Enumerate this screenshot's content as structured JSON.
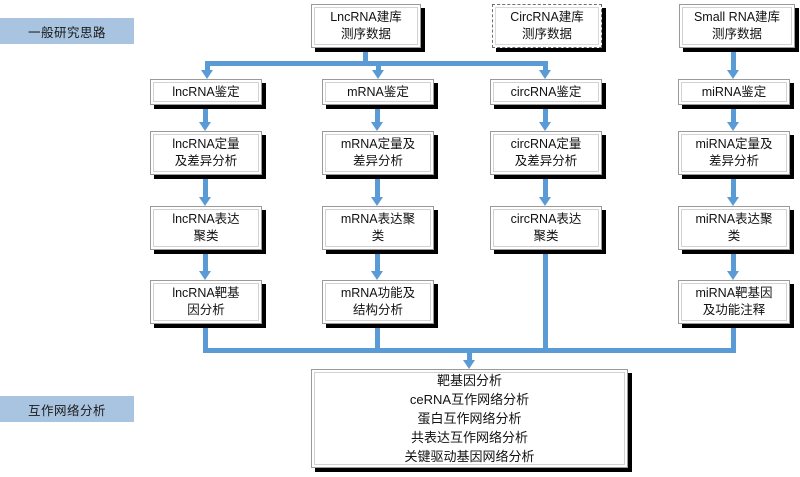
{
  "meta": {
    "title": "RNA 测序分析流程图",
    "accent_color": "#5B9BD5",
    "label_bg_color": "#A9C4E0",
    "box_border_color": "#9A9A9A"
  },
  "section_labels": [
    {
      "id": "general",
      "text": "一般研究思路"
    },
    {
      "id": "network",
      "text": "互作网络分析"
    }
  ],
  "sources": [
    {
      "id": "lncrna-source",
      "text": "LncRNA建库\n测序数据",
      "style": "solid"
    },
    {
      "id": "circrna-source",
      "text": "CircRNA建库\n测序数据",
      "style": "dashed"
    },
    {
      "id": "smallrna-source",
      "text": "Small RNA建库\n测序数据",
      "style": "solid"
    }
  ],
  "columns": [
    {
      "id": "lncrna",
      "steps": [
        {
          "id": "lncrna-id",
          "text": "lncRNA鉴定"
        },
        {
          "id": "lncrna-quant",
          "text": "lncRNA定量\n及差异分析"
        },
        {
          "id": "lncrna-cluster",
          "text": "lncRNA表达\n聚类"
        },
        {
          "id": "lncrna-target",
          "text": "lncRNA靶基\n因分析"
        }
      ]
    },
    {
      "id": "mrna",
      "steps": [
        {
          "id": "mrna-id",
          "text": "mRNA鉴定"
        },
        {
          "id": "mrna-quant",
          "text": "mRNA定量及\n差异分析"
        },
        {
          "id": "mrna-cluster",
          "text": "mRNA表达聚\n类"
        },
        {
          "id": "mrna-function",
          "text": "mRNA功能及\n结构分析"
        }
      ]
    },
    {
      "id": "circrna",
      "steps": [
        {
          "id": "circrna-id",
          "text": "circRNA鉴定"
        },
        {
          "id": "circrna-quant",
          "text": "circRNA定量\n及差异分析"
        },
        {
          "id": "circrna-cluster",
          "text": "circRNA表达\n聚类"
        }
      ]
    },
    {
      "id": "mirna",
      "steps": [
        {
          "id": "mirna-id",
          "text": "miRNA鉴定"
        },
        {
          "id": "mirna-quant",
          "text": "miRNA定量及\n差异分析"
        },
        {
          "id": "mirna-cluster",
          "text": "miRNA表达聚\n类"
        },
        {
          "id": "mirna-target",
          "text": "miRNA靶基因\n及功能注释"
        }
      ]
    }
  ],
  "summary_box": {
    "id": "network-analysis",
    "lines": [
      "靶基因分析",
      "ceRNA互作网络分析",
      "蛋白互作网络分析",
      "共表达互作网络分析",
      "关键驱动基因网络分析"
    ],
    "text": "靶基因分析\nceRNA互作网络分析\n蛋白互作网络分析\n共表达互作网络分析\n关键驱动基因网络分析"
  }
}
